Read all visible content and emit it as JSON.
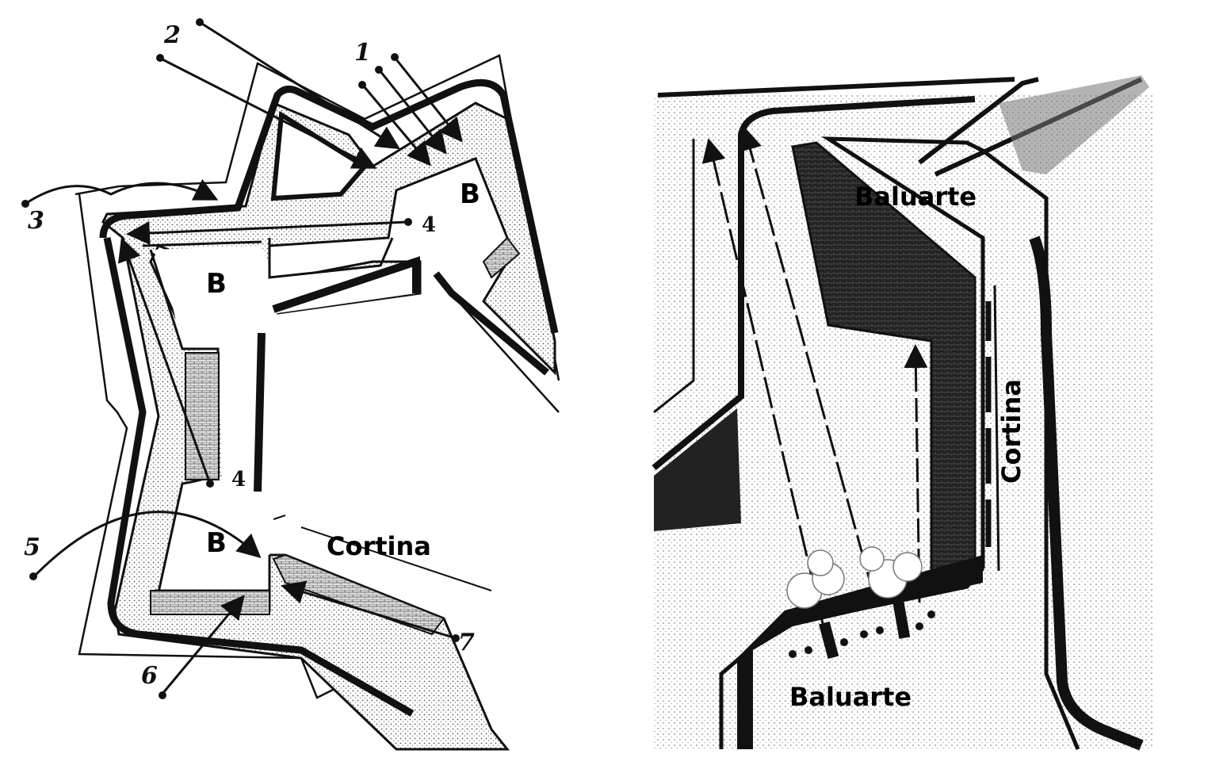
{
  "left_diagram": {
    "bastion_labels": [
      "B",
      "B",
      "B"
    ],
    "curtain_label": "Cortina",
    "fire_numbers": [
      "1",
      "2",
      "3",
      "4",
      "4",
      "5",
      "6",
      "7"
    ]
  },
  "right_diagram": {
    "bastion_top_label": "Baluarte",
    "bastion_bottom_label": "Baluarte",
    "curtain_label": "Cortina"
  },
  "colors": {
    "ink": "#111111",
    "paper": "#ffffff",
    "stipple": "#c9c9c9"
  }
}
